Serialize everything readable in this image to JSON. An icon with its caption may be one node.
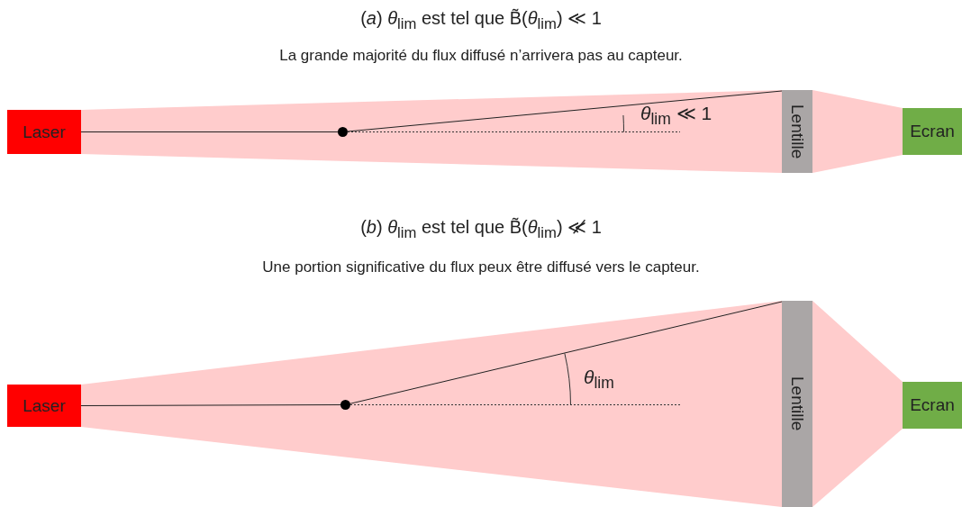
{
  "diagram": {
    "nodes": [
      {
        "text": [
          "Laser"
        ]
      },
      {
        "text": [],
        "shape": "circle"
      },
      {
        "text": [
          "Lentille"
        ]
      },
      {
        "text": [
          "Ecran"
        ]
      },
      {
        "text": [
          "Laser"
        ]
      },
      {
        "text": [],
        "shape": "circle"
      },
      {
        "text": [
          "Lentille"
        ]
      },
      {
        "text": [
          "Ecran"
        ]
      }
    ],
    "edges": [
      {
        "from": 0,
        "to": 1,
        "arrow": "none"
      },
      {
        "from": 1,
        "to": 2,
        "arrow": "none"
      },
      {
        "from": 4,
        "to": 5,
        "arrow": "none"
      },
      {
        "from": 5,
        "to": 6,
        "arrow": "none"
      }
    ],
    "labels": [
      "(*a*) *θ*$_{lim}$ est tel que B̃(*θ*$_{lim}$) ≪ 1",
      "La grande majorité du flux diffusé n’arrivera pas au capteur.",
      "*θ*$_{lim}$ ≪ 1",
      "(*b*) *θ*$_{lim}$ est tel que B̃(*θ*$_{lim}$) ≪̸ 1",
      "Une portion significative du flux peux être diffusé vers le capteur.",
      "*θ*$_{lim}$"
    ]
  }
}
